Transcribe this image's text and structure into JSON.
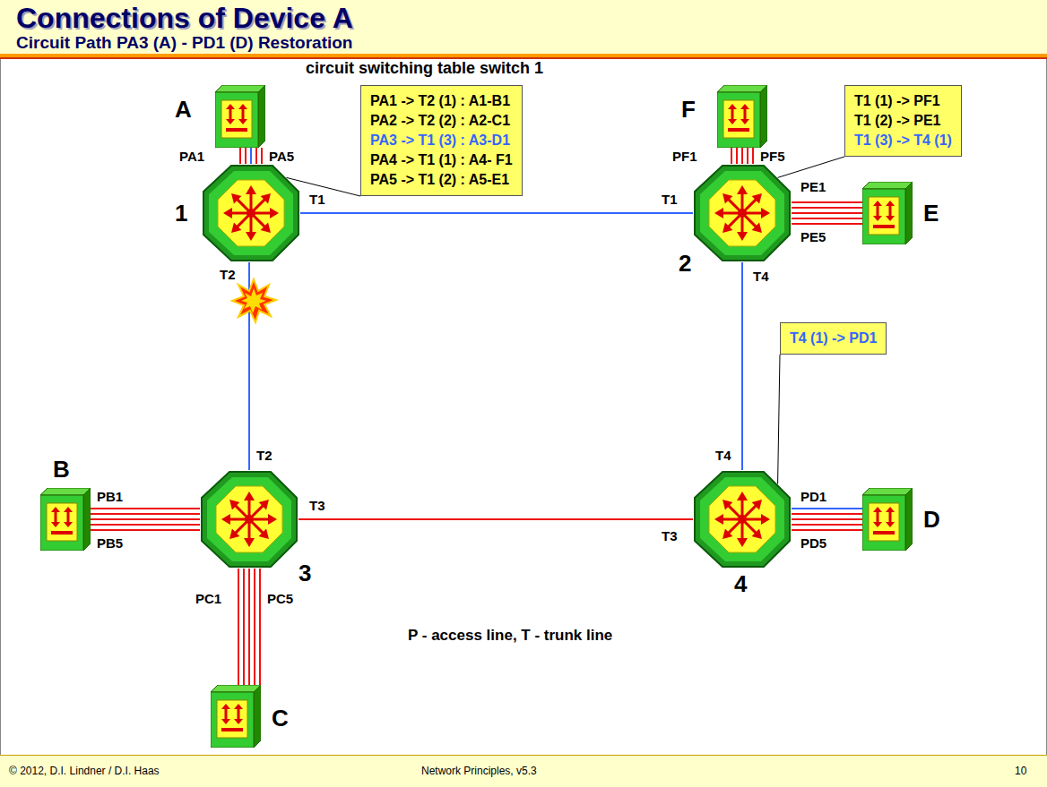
{
  "diagram": {
    "title": "Connections of Device A",
    "nodes": [
      {
        "text": [
          "A"
        ]
      },
      {
        "text": [
          "circuit switching table switch 1",
          "PA1 -> T2 (1) : A1-B1",
          "PA2 -> T2 (2) : A2-C1",
          "PA3 -> T1 (3) : A3-D1",
          "PA4 -> T1 (1) : A4- F1",
          "PA5 -> T1 (2) : A5-E1"
        ]
      },
      {
        "text": [
          "F"
        ]
      },
      {
        "text": [
          "T1 (1) -> PF1",
          "T1 (2) -> PE1",
          "T1 (3) -> T4 (1)"
        ]
      },
      {
        "text": [
          "1"
        ]
      },
      {
        "text": [
          "2"
        ]
      },
      {
        "text": [
          "E"
        ]
      },
      {
        "text": [
          "B"
        ]
      },
      {
        "text": [
          "T4 (1) -> PD1"
        ]
      },
      {
        "text": [
          "3"
        ]
      },
      {
        "text": [
          "4"
        ]
      },
      {
        "text": [
          "D"
        ]
      },
      {
        "text": [
          "C"
        ]
      }
    ],
    "edges": [
      {
        "from": 0,
        "to": 4,
        "arrow": "none"
      },
      {
        "from": 2,
        "to": 5,
        "arrow": "none"
      },
      {
        "from": 5,
        "to": 6,
        "arrow": "none"
      },
      {
        "from": 7,
        "to": 9,
        "arrow": "none"
      },
      {
        "from": 9,
        "to": 12,
        "arrow": "none"
      },
      {
        "from": 10,
        "to": 11,
        "arrow": "none"
      },
      {
        "from": 4,
        "to": 5,
        "arrow": "none"
      },
      {
        "from": 4,
        "to": 9,
        "arrow": "none"
      },
      {
        "from": 5,
        "to": 10,
        "arrow": "none"
      },
      {
        "from": 9,
        "to": 10,
        "arrow": "none"
      },
      {
        "from": 1,
        "to": 4,
        "arrow": "none"
      },
      {
        "from": 3,
        "to": 5,
        "arrow": "none"
      },
      {
        "from": 8,
        "to": 10,
        "arrow": "none"
      }
    ],
    "labels": [
      "Circuit Path PA3 (A) - PD1 (D) Restoration",
      "PA1",
      "PA5",
      "PF1",
      "PF5",
      "T1",
      "T1",
      "PE1",
      "PE5",
      "T2",
      "T4",
      "T2",
      "T4",
      "PB1",
      "PB5",
      "T3",
      "T3",
      "PD1",
      "PD5",
      "PC1",
      "PC5",
      "P - access line, T - trunk line",
      "© 2012, D.I. Lindner / D.I. Haas",
      "Network Principles, v5.3",
      "10"
    ]
  }
}
